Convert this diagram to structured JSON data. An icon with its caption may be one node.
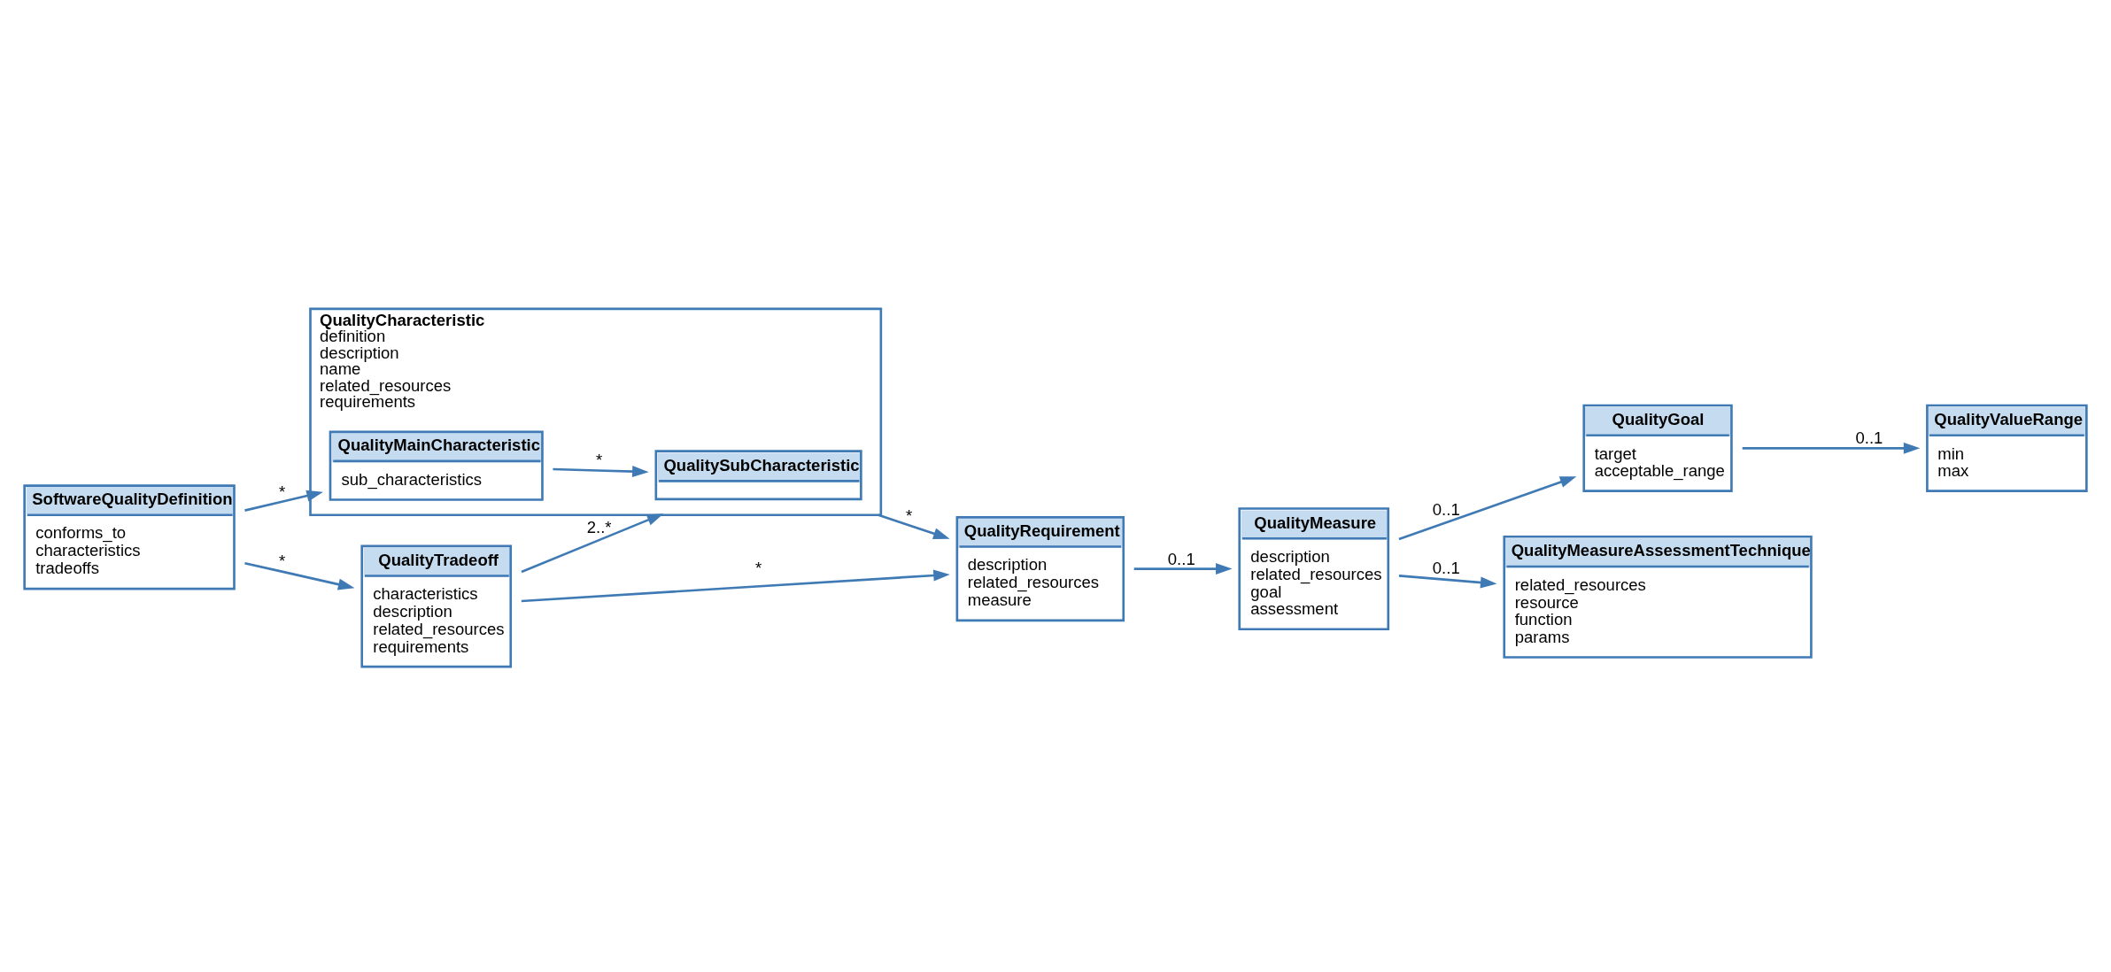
{
  "diagram": {
    "nodes": [
      {
        "text": [
          "SoftwareQualityDefinition",
          "conforms_to",
          "characteristics",
          "tradeoffs"
        ]
      },
      {
        "text": [
          "QualityCharacteristic",
          "definition",
          "description",
          "name",
          "related_resources",
          "requirements"
        ]
      },
      {
        "text": [
          "QualityMainCharacteristic",
          "sub_characteristics"
        ],
        "in": 1
      },
      {
        "text": [
          "QualitySubCharacteristic"
        ],
        "in": 1
      },
      {
        "text": [
          "QualityTradeoff",
          "characteristics",
          "description",
          "related_resources",
          "requirements"
        ]
      },
      {
        "text": [
          "QualityRequirement",
          "description",
          "related_resources",
          "measure"
        ]
      },
      {
        "text": [
          "QualityGoal",
          "target",
          "acceptable_range"
        ]
      },
      {
        "text": [
          "QualityValueRange",
          "min",
          "max"
        ]
      },
      {
        "text": [
          "QualityMeasure",
          "description",
          "related_resources",
          "goal",
          "assessment"
        ]
      },
      {
        "text": [
          "QualityMeasureAssessmentTechnique",
          "related_resources",
          "resource",
          "function",
          "params"
        ]
      }
    ],
    "edges": [
      {
        "from": 0,
        "to": 2,
        "arrow": "to",
        "label": "*"
      },
      {
        "from": 0,
        "to": 4,
        "arrow": "to",
        "label": "*"
      },
      {
        "from": 2,
        "to": 3,
        "arrow": "to",
        "label": "*"
      },
      {
        "from": 4,
        "to": 1,
        "arrow": "to",
        "label": "2..*"
      },
      {
        "from": 1,
        "to": 5,
        "arrow": "to",
        "label": "*"
      },
      {
        "from": 4,
        "to": 5,
        "arrow": "to",
        "label": "*"
      },
      {
        "from": 5,
        "to": 8,
        "arrow": "to",
        "label": "0..1"
      },
      {
        "from": 8,
        "to": 6,
        "arrow": "to",
        "label": "0..1"
      },
      {
        "from": 8,
        "to": 9,
        "arrow": "to",
        "label": "0..1"
      },
      {
        "from": 6,
        "to": 7,
        "arrow": "to",
        "label": "0..1"
      }
    ]
  }
}
